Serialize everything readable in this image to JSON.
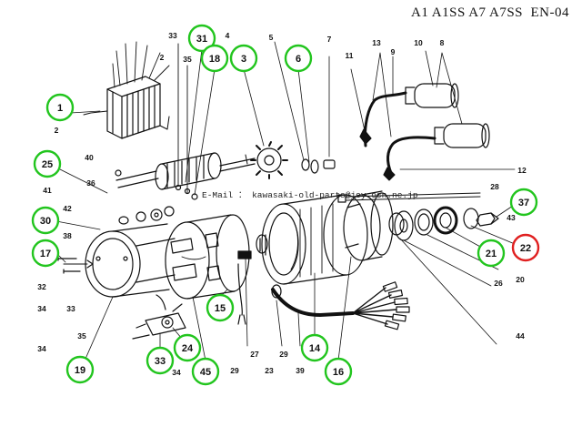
{
  "header": {
    "models": "A1 A1SS A7 A7SS",
    "code": "EN-04"
  },
  "email_label": "E-Mail ： kawasaki-old-parts@joy.ocn.ne.jp",
  "colors": {
    "line": "#111111",
    "callout_green": "#22c51e",
    "callout_red": "#e02020",
    "background": "#ffffff"
  },
  "callouts": [
    {
      "id": "c1",
      "num": "1",
      "color": "green"
    },
    {
      "id": "c25",
      "num": "25",
      "color": "green"
    },
    {
      "id": "c30",
      "num": "30",
      "color": "green"
    },
    {
      "id": "c17",
      "num": "17",
      "color": "green"
    },
    {
      "id": "c31",
      "num": "31",
      "color": "green"
    },
    {
      "id": "c18",
      "num": "18",
      "color": "green"
    },
    {
      "id": "c3",
      "num": "3",
      "color": "green"
    },
    {
      "id": "c6",
      "num": "6",
      "color": "green"
    },
    {
      "id": "c37",
      "num": "37",
      "color": "green"
    },
    {
      "id": "c21",
      "num": "21",
      "color": "green"
    },
    {
      "id": "c22",
      "num": "22",
      "color": "red"
    },
    {
      "id": "c15",
      "num": "15",
      "color": "green"
    },
    {
      "id": "c14",
      "num": "14",
      "color": "green"
    },
    {
      "id": "c16",
      "num": "16",
      "color": "green"
    },
    {
      "id": "c19",
      "num": "19",
      "color": "green"
    },
    {
      "id": "c33",
      "num": "33",
      "color": "green"
    },
    {
      "id": "c24",
      "num": "24",
      "color": "green"
    },
    {
      "id": "c45",
      "num": "45",
      "color": "green"
    }
  ],
  "labels": [
    {
      "id": "l2a",
      "text": "2"
    },
    {
      "id": "l2b",
      "text": "2"
    },
    {
      "id": "l33a",
      "text": "33"
    },
    {
      "id": "l35a",
      "text": "35"
    },
    {
      "id": "l4",
      "text": "4"
    },
    {
      "id": "l5",
      "text": "5"
    },
    {
      "id": "l7",
      "text": "7"
    },
    {
      "id": "l13",
      "text": "13"
    },
    {
      "id": "l10",
      "text": "10"
    },
    {
      "id": "l8",
      "text": "8"
    },
    {
      "id": "l11",
      "text": "11"
    },
    {
      "id": "l9",
      "text": "9"
    },
    {
      "id": "l12",
      "text": "12"
    },
    {
      "id": "l40",
      "text": "40"
    },
    {
      "id": "l36",
      "text": "36"
    },
    {
      "id": "l41",
      "text": "41"
    },
    {
      "id": "l42",
      "text": "42"
    },
    {
      "id": "l38",
      "text": "38"
    },
    {
      "id": "l28",
      "text": "28"
    },
    {
      "id": "l43",
      "text": "43"
    },
    {
      "id": "l20",
      "text": "20"
    },
    {
      "id": "l26",
      "text": "26"
    },
    {
      "id": "l44",
      "text": "44"
    },
    {
      "id": "l32",
      "text": "32"
    },
    {
      "id": "l34a",
      "text": "34"
    },
    {
      "id": "l33b",
      "text": "33"
    },
    {
      "id": "l34b",
      "text": "34"
    },
    {
      "id": "l35b",
      "text": "35"
    },
    {
      "id": "l34c",
      "text": "34"
    },
    {
      "id": "l27",
      "text": "27"
    },
    {
      "id": "l29a",
      "text": "29"
    },
    {
      "id": "l29b",
      "text": "29"
    },
    {
      "id": "l23",
      "text": "23"
    },
    {
      "id": "l39",
      "text": "39"
    }
  ]
}
